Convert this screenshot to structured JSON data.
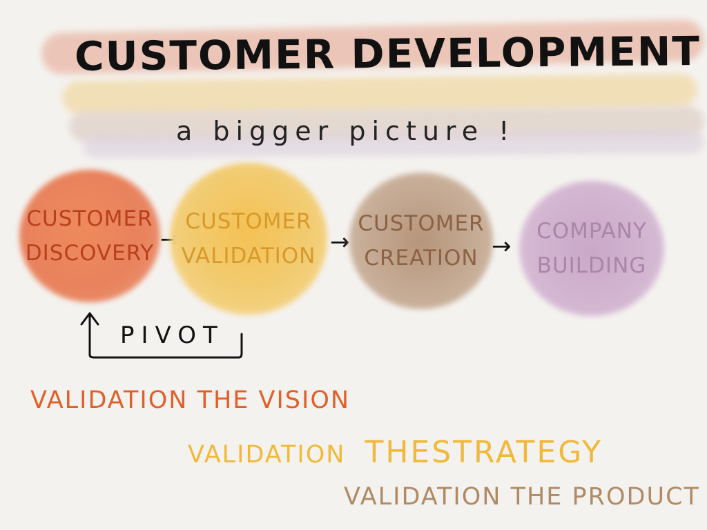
{
  "header": {
    "title": "CUSTOMER DEVELOPMENT",
    "subtitle": "a bigger picture !"
  },
  "stages": [
    {
      "line1": "CUSTOMER",
      "line2": "DISCOVERY",
      "color": "#e8825d"
    },
    {
      "line1": "CUSTOMER",
      "line2": "VALIDATION",
      "color": "#f2c15a"
    },
    {
      "line1": "CUSTOMER",
      "line2": "CREATION",
      "color": "#bfa18a"
    },
    {
      "line1": "COMPANY",
      "line2": "BUILDING",
      "color": "#cfb0cd"
    }
  ],
  "arrows": {
    "symbol": "→"
  },
  "pivot": {
    "label": "PIVOT"
  },
  "validations": {
    "vision": "VALIDATION THE VISION",
    "strategy_a": "VALIDATION",
    "strategy_b": "THESTRATEGY",
    "product": "VALIDATION THE PRODUCT"
  }
}
